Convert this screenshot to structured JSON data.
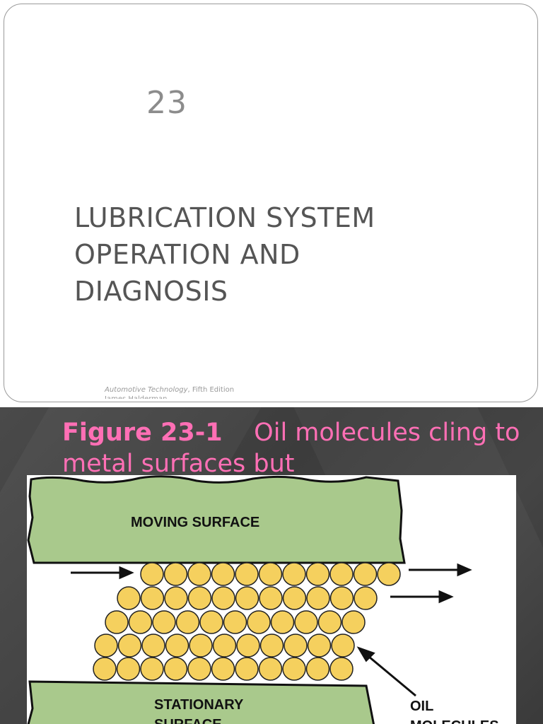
{
  "slide1": {
    "number": "23",
    "title_lines": [
      "LUBRICATION SYSTEM",
      "OPERATION AND",
      "DIAGNOSIS"
    ],
    "footer": {
      "book_title": "Automotive Technology",
      "edition": ", Fifth Edition",
      "author": "James Halderman"
    }
  },
  "slide2": {
    "figure_number": "Figure 23-1",
    "caption": "Oil molecules cling to metal surfaces but",
    "figure_labels": {
      "moving_surface": "MOVING SURFACE",
      "stationary_surface_line1": "STATIONARY",
      "stationary_surface_line2": "SURFACE",
      "oil_molecules_line1": "OIL",
      "oil_molecules_line2": "MOLECULES"
    },
    "colors": {
      "caption": "#ff6fb5",
      "surface_fill": "#a9c98c",
      "molecule_fill": "#f5d05e"
    }
  }
}
